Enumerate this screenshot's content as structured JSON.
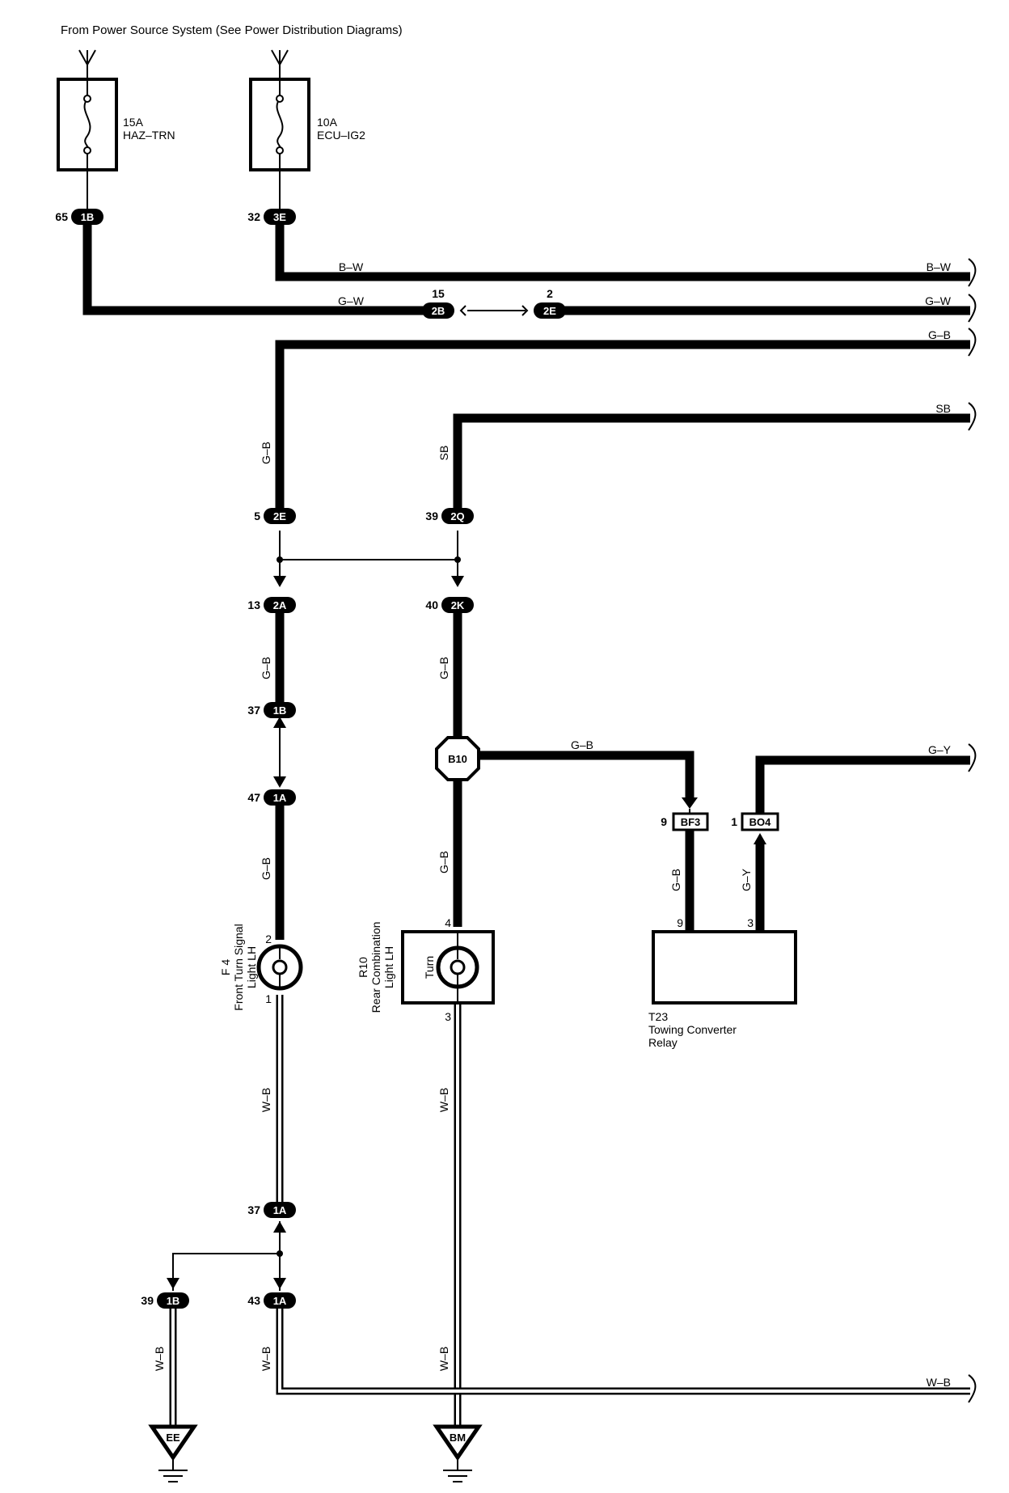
{
  "header": {
    "title": "From Power Source System (See Power Distribution Diagrams)"
  },
  "fuses": [
    {
      "rating": "15A",
      "name": "HAZ–TRN"
    },
    {
      "rating": "10A",
      "name": "ECU–IG2"
    }
  ],
  "connectors": {
    "c65": {
      "pin": "65",
      "code": "1B"
    },
    "c32": {
      "pin": "32",
      "code": "3E"
    },
    "c15": {
      "pin": "15",
      "code": "2B"
    },
    "c2": {
      "pin": "2",
      "code": "2E"
    },
    "c5": {
      "pin": "5",
      "code": "2E"
    },
    "c39a": {
      "pin": "39",
      "code": "2Q"
    },
    "c13": {
      "pin": "13",
      "code": "2A"
    },
    "c40": {
      "pin": "40",
      "code": "2K"
    },
    "c37a": {
      "pin": "37",
      "code": "1B"
    },
    "c47": {
      "pin": "47",
      "code": "1A"
    },
    "c37b": {
      "pin": "37",
      "code": "1A"
    },
    "c39b": {
      "pin": "39",
      "code": "1B"
    },
    "c43": {
      "pin": "43",
      "code": "1A"
    }
  },
  "junction": {
    "code": "B10"
  },
  "relay_connectors": [
    {
      "pin": "9",
      "code": "BF3"
    },
    {
      "pin": "1",
      "code": "BO4"
    }
  ],
  "wires": {
    "bw": "B–W",
    "gw": "G–W",
    "gb": "G–B",
    "sb": "SB",
    "gy": "G–Y",
    "wb": "W–B"
  },
  "components": {
    "f4": {
      "id": "F 4",
      "line1": "Front Turn Signal",
      "line2": "Light LH",
      "pin_top": "2",
      "pin_bottom": "1"
    },
    "r10": {
      "id": "R10",
      "line1": "Rear Combination",
      "line2": "Light LH",
      "inner": "Turn",
      "pin_top": "4",
      "pin_bottom": "3"
    },
    "t23": {
      "id": "T23",
      "line1": "Towing Converter",
      "line2": "Relay",
      "pin_left": "9",
      "pin_right": "3"
    }
  },
  "grounds": {
    "ee": "EE",
    "bm": "BM"
  }
}
